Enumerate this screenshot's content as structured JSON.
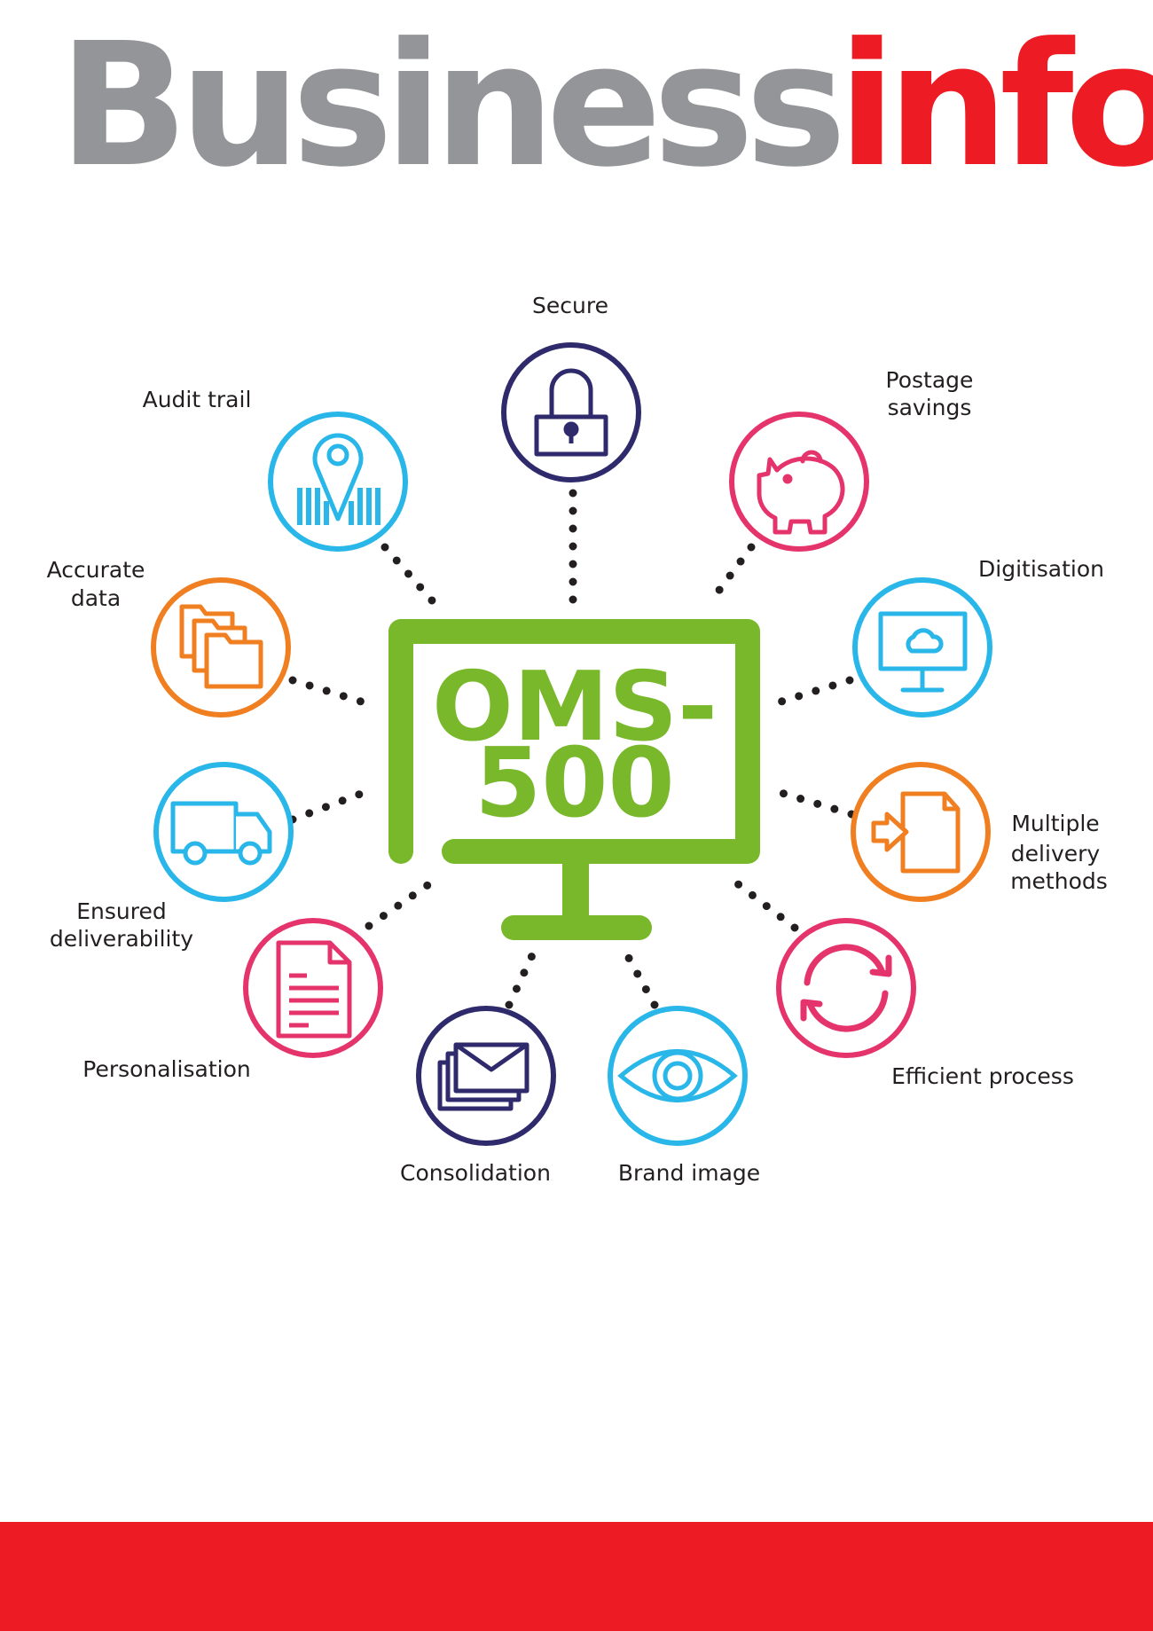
{
  "brand": {
    "part1": "Business",
    "part2": "info",
    "color_grey": "#939598",
    "color_red": "#ed1c24"
  },
  "center": {
    "line1": "OMS-",
    "line2": "500",
    "color": "#78b82a"
  },
  "colors": {
    "navy": "#2e2a6c",
    "cyan": "#29b6e8",
    "pink": "#e5336b",
    "orange": "#f07f21",
    "dots": "#231f20"
  },
  "features": {
    "secure": {
      "label": "Secure",
      "icon": "padlock-icon",
      "color": "#2e2a6c"
    },
    "postage": {
      "line1": "Postage",
      "line2": "savings",
      "icon": "piggy-bank-icon",
      "color": "#e5336b"
    },
    "digitisation": {
      "label": "Digitisation",
      "icon": "monitor-cloud-icon",
      "color": "#29b6e8"
    },
    "multiple": {
      "line1": "Multiple",
      "line2": "delivery",
      "line3": "methods",
      "icon": "document-arrow-icon",
      "color": "#f07f21"
    },
    "efficient": {
      "label": "Efficient process",
      "icon": "refresh-icon",
      "color": "#e5336b"
    },
    "brand_image": {
      "label": "Brand image",
      "icon": "eye-icon",
      "color": "#29b6e8"
    },
    "consolidation": {
      "label": "Consolidation",
      "icon": "envelopes-icon",
      "color": "#2e2a6c"
    },
    "personalisation": {
      "label": "Personalisation",
      "icon": "document-icon",
      "color": "#e5336b"
    },
    "ensured": {
      "line1": "Ensured",
      "line2": "deliverability",
      "icon": "truck-icon",
      "color": "#29b6e8"
    },
    "accurate": {
      "line1": "Accurate",
      "line2": "data",
      "icon": "folders-icon",
      "color": "#f07f21"
    },
    "audit": {
      "label": "Audit trail",
      "icon": "location-barcode-icon",
      "color": "#29b6e8"
    }
  },
  "footer": {
    "color": "#ed1c24"
  }
}
